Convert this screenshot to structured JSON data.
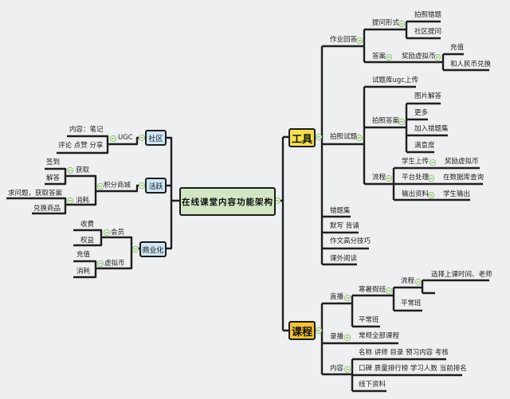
{
  "center": "在线课堂内容功能架构",
  "left": {
    "community": {
      "label": "社区",
      "ugc": "UGC",
      "items": [
        "内容：笔记",
        "评论 点赞 分享"
      ]
    },
    "activity": {
      "label": "活跃",
      "mall": "积分商城",
      "obtain": {
        "label": "获取",
        "items": [
          "签到",
          "解答"
        ]
      },
      "consume": {
        "label": "消耗",
        "items": [
          "求问题，获取答案",
          "兑换商品"
        ]
      }
    },
    "commerce": {
      "label": "商业化",
      "member": {
        "label": "会员",
        "items": [
          "收费",
          "权益"
        ]
      },
      "coin": {
        "label": "虚拟币",
        "items": [
          "充值",
          "消耗"
        ]
      }
    }
  },
  "tools": {
    "label": "工具",
    "homework": {
      "label": "作业回答",
      "ask": {
        "label": "提问形式",
        "items": [
          "拍照错题",
          "社区提问"
        ]
      },
      "answer": {
        "label": "答案",
        "reward": "奖励虚拟币",
        "items": [
          "充值",
          "和人民币兑换"
        ]
      }
    },
    "photo": {
      "label": "拍照试题",
      "ugc": "试题库ugc上传",
      "photo_answer": {
        "label": "拍照答案",
        "items": [
          "图片解答",
          "更多",
          "加入错题集",
          "满意度"
        ]
      },
      "flow": {
        "label": "流程",
        "rows": [
          {
            "step": "学生上传",
            "result": "奖励虚拟币"
          },
          {
            "step": "平台处理",
            "result": "在数据库查询"
          },
          {
            "step": "输出资料",
            "result": "学生输出"
          }
        ]
      }
    },
    "others": [
      "错题集",
      "默写 背诵",
      "作文高分技巧",
      "课外阅读"
    ]
  },
  "course": {
    "label": "课程",
    "live": {
      "label": "直播",
      "holiday": {
        "label": "寒暑假班",
        "flow": {
          "label": "流程",
          "items": [
            "选择上课时间、老师"
          ]
        },
        "regular": "平常班"
      },
      "regular": "平常班"
    },
    "record": {
      "label": "录播",
      "item": "常规全部课程"
    },
    "content": {
      "label": "内容",
      "items": [
        "名称 讲师 目录 预习内容 考核",
        "口碑 质量排行榜 学习人数 当前排名",
        "线下资料"
      ]
    }
  }
}
